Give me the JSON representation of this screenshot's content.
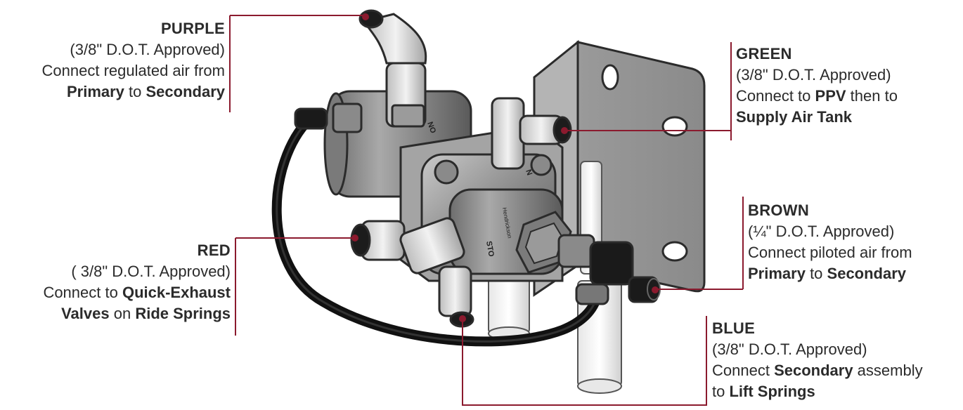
{
  "accent_color": "#8b1a2e",
  "labels": {
    "purple": {
      "title": "PURPLE",
      "spec": "(3/8\" D.O.T. Approved)",
      "line1": "Connect regulated air from",
      "line2_a": "Primary",
      "line2_b": " to ",
      "line2_c": "Secondary"
    },
    "red": {
      "title": "RED",
      "spec": "( 3/8\" D.O.T. Approved)",
      "line1_a": "Connect to ",
      "line1_b": "Quick-Exhaust",
      "line2_a": "Valves",
      "line2_b": " on ",
      "line2_c": "Ride Springs"
    },
    "green": {
      "title": "GREEN",
      "spec": "(3/8\" D.O.T. Approved)",
      "line1_a": "Connect to ",
      "line1_b": "PPV",
      "line1_c": " then to",
      "line2": "Supply Air Tank"
    },
    "brown": {
      "title": "BROWN",
      "spec": "(¼\" D.O.T. Approved)",
      "line1": "Connect piloted air from",
      "line2_a": "Primary",
      "line2_b": " to ",
      "line2_c": "Secondary"
    },
    "blue": {
      "title": "BLUE",
      "spec": "(3/8\" D.O.T. Approved)",
      "line1_a": "Connect ",
      "line1_b": "Secondary",
      "line1_c": " assembly",
      "line2_a": "to ",
      "line2_b": "Lift Springs"
    }
  },
  "part_markings": {
    "top_port": "NO",
    "mid_port": "N",
    "body_brand": "Hendrickson",
    "body_code": "STO"
  },
  "icons": [
    "valve-assembly-illustration",
    "mounting-bracket",
    "air-hose",
    "fitting-port"
  ]
}
